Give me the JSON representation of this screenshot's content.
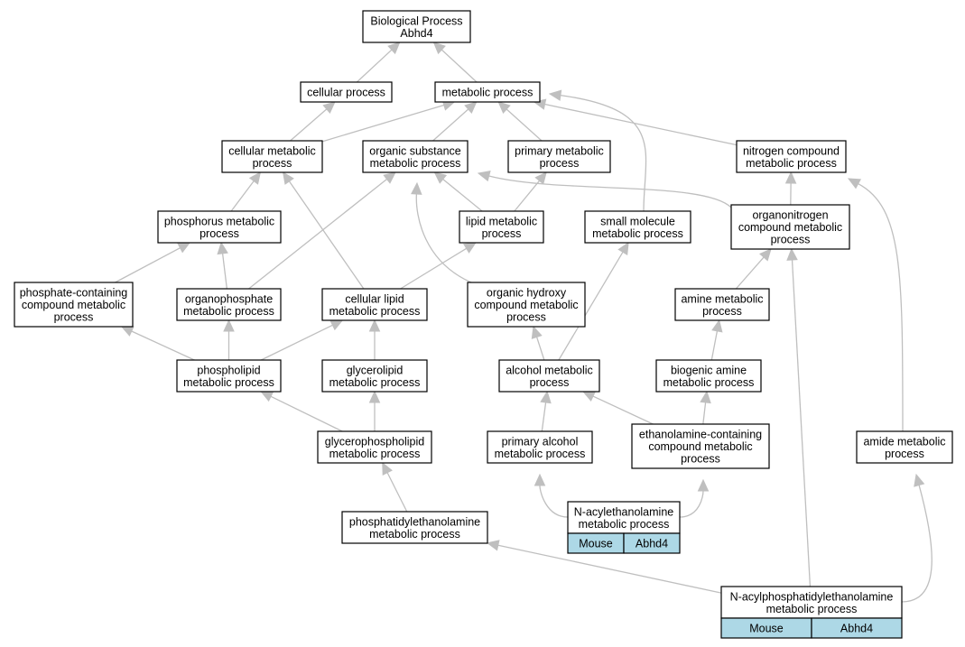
{
  "nodes": {
    "root": {
      "lines": [
        "Biological Process",
        "Abhd4"
      ]
    },
    "cellular": {
      "lines": [
        "cellular process"
      ]
    },
    "metabolic": {
      "lines": [
        "metabolic process"
      ]
    },
    "cellmet": {
      "lines": [
        "cellular metabolic",
        "process"
      ]
    },
    "orgsub": {
      "lines": [
        "organic substance",
        "metabolic process"
      ]
    },
    "primet": {
      "lines": [
        "primary metabolic",
        "process"
      ]
    },
    "nitro": {
      "lines": [
        "nitrogen compound",
        "metabolic process"
      ]
    },
    "phosmet": {
      "lines": [
        "phosphorus metabolic",
        "process"
      ]
    },
    "lipid": {
      "lines": [
        "lipid metabolic",
        "process"
      ]
    },
    "smallmol": {
      "lines": [
        "small molecule",
        "metabolic process"
      ]
    },
    "orgnitro": {
      "lines": [
        "organonitrogen",
        "compound metabolic",
        "process"
      ]
    },
    "phoscont": {
      "lines": [
        "phosphate-containing",
        "compound metabolic",
        "process"
      ]
    },
    "orgphos": {
      "lines": [
        "organophosphate",
        "metabolic process"
      ]
    },
    "celllipid": {
      "lines": [
        "cellular lipid",
        "metabolic process"
      ]
    },
    "orghydroxy": {
      "lines": [
        "organic hydroxy",
        "compound metabolic",
        "process"
      ]
    },
    "amine": {
      "lines": [
        "amine metabolic",
        "process"
      ]
    },
    "phospholipid": {
      "lines": [
        "phospholipid",
        "metabolic process"
      ]
    },
    "glycerolipid": {
      "lines": [
        "glycerolipid",
        "metabolic process"
      ]
    },
    "alcohol": {
      "lines": [
        "alcohol metabolic",
        "process"
      ]
    },
    "biogenic": {
      "lines": [
        "biogenic amine",
        "metabolic process"
      ]
    },
    "glycerophos": {
      "lines": [
        "glycerophospholipid",
        "metabolic process"
      ]
    },
    "primalcohol": {
      "lines": [
        "primary alcohol",
        "metabolic process"
      ]
    },
    "ethanolamine": {
      "lines": [
        "ethanolamine-containing",
        "compound metabolic",
        "process"
      ]
    },
    "amide": {
      "lines": [
        "amide metabolic",
        "process"
      ]
    },
    "nacyl": {
      "lines": [
        "N-acylethanolamine",
        "metabolic process"
      ],
      "cells": [
        "Mouse",
        "Abhd4"
      ]
    },
    "phosethanol": {
      "lines": [
        "phosphatidylethanolamine",
        "metabolic process"
      ]
    },
    "nacylphos": {
      "lines": [
        "N-acylphosphatidylethanolamine",
        "metabolic process"
      ],
      "cells": [
        "Mouse",
        "Abhd4"
      ]
    }
  },
  "annotation_color": "#add8e6",
  "edge_color": "#bfbfbf",
  "edges": [
    [
      "cellular",
      "root"
    ],
    [
      "metabolic",
      "root"
    ],
    [
      "cellmet",
      "cellular"
    ],
    [
      "cellmet",
      "metabolic"
    ],
    [
      "orgsub",
      "metabolic"
    ],
    [
      "primet",
      "metabolic"
    ],
    [
      "nitro",
      "metabolic"
    ],
    [
      "smallmol",
      "metabolic"
    ],
    [
      "phosmet",
      "cellmet"
    ],
    [
      "celllipid",
      "cellmet"
    ],
    [
      "lipid",
      "orgsub"
    ],
    [
      "lipid",
      "primet"
    ],
    [
      "orgphos",
      "orgsub"
    ],
    [
      "orghydroxy",
      "orgsub"
    ],
    [
      "orgnitro",
      "orgsub"
    ],
    [
      "orgnitro",
      "nitro"
    ],
    [
      "amide",
      "nitro"
    ],
    [
      "phoscont",
      "phosmet"
    ],
    [
      "orgphos",
      "phosmet"
    ],
    [
      "celllipid",
      "lipid"
    ],
    [
      "alcohol",
      "smallmol"
    ],
    [
      "amine",
      "orgnitro"
    ],
    [
      "nacylphos",
      "orgnitro"
    ],
    [
      "phospholipid",
      "phoscont"
    ],
    [
      "phospholipid",
      "orgphos"
    ],
    [
      "phospholipid",
      "celllipid"
    ],
    [
      "glycerolipid",
      "celllipid"
    ],
    [
      "alcohol",
      "orghydroxy"
    ],
    [
      "biogenic",
      "amine"
    ],
    [
      "glycerophos",
      "phospholipid"
    ],
    [
      "glycerophos",
      "glycerolipid"
    ],
    [
      "primalcohol",
      "alcohol"
    ],
    [
      "ethanolamine",
      "alcohol"
    ],
    [
      "ethanolamine",
      "biogenic"
    ],
    [
      "phosethanol",
      "glycerophos"
    ],
    [
      "nacyl",
      "primalcohol"
    ],
    [
      "nacyl",
      "ethanolamine"
    ],
    [
      "nacylphos",
      "phosethanol"
    ],
    [
      "nacylphos",
      "amide"
    ]
  ]
}
